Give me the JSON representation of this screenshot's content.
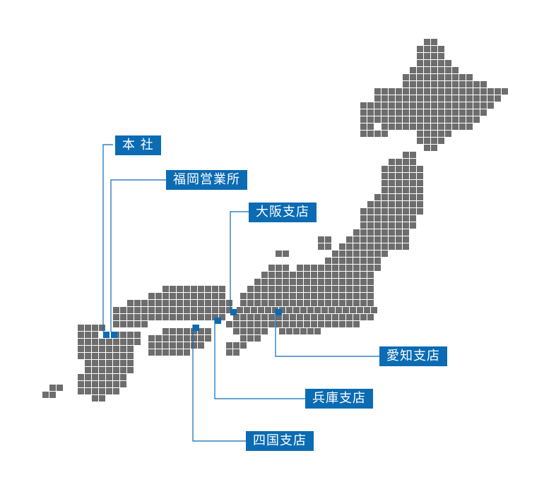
{
  "colors": {
    "land": "#6d6d6d",
    "accent": "#0b6bb3",
    "label_text": "#ffffff",
    "background": "#ffffff"
  },
  "locations": [
    {
      "id": "honsha",
      "label": "本 社"
    },
    {
      "id": "fukuoka",
      "label": "福岡営業所"
    },
    {
      "id": "osaka",
      "label": "大阪支店"
    },
    {
      "id": "aichi",
      "label": "愛知支店"
    },
    {
      "id": "hyogo",
      "label": "兵庫支店"
    },
    {
      "id": "shikoku",
      "label": "四国支店"
    }
  ]
}
